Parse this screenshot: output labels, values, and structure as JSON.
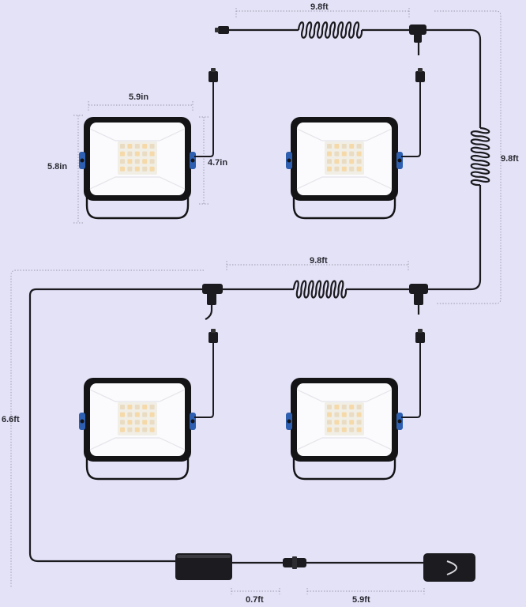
{
  "dimensions": {
    "top_cable": "9.8ft",
    "right_coil": "9.8ft",
    "middle_cable": "9.8ft",
    "left_drop": "6.6ft",
    "light_width": "5.9in",
    "light_height": "5.8in",
    "panel_height": "4.7in",
    "adapter_lead": "0.7ft",
    "power_cord": "5.9ft"
  },
  "colors": {
    "background": "#e4e2f7",
    "cable": "#1b1b1f",
    "housing": "#141416",
    "panel": "#fbfbfd",
    "mount_knob": "#2f5fb0",
    "dim_line": "#8a8a94"
  },
  "icons": {
    "floodlight": "led-floodlight-icon",
    "connector": "waterproof-connector-icon",
    "t_splitter": "t-splitter-icon",
    "adapter": "power-adapter-icon",
    "switch": "smart-switch-icon"
  }
}
